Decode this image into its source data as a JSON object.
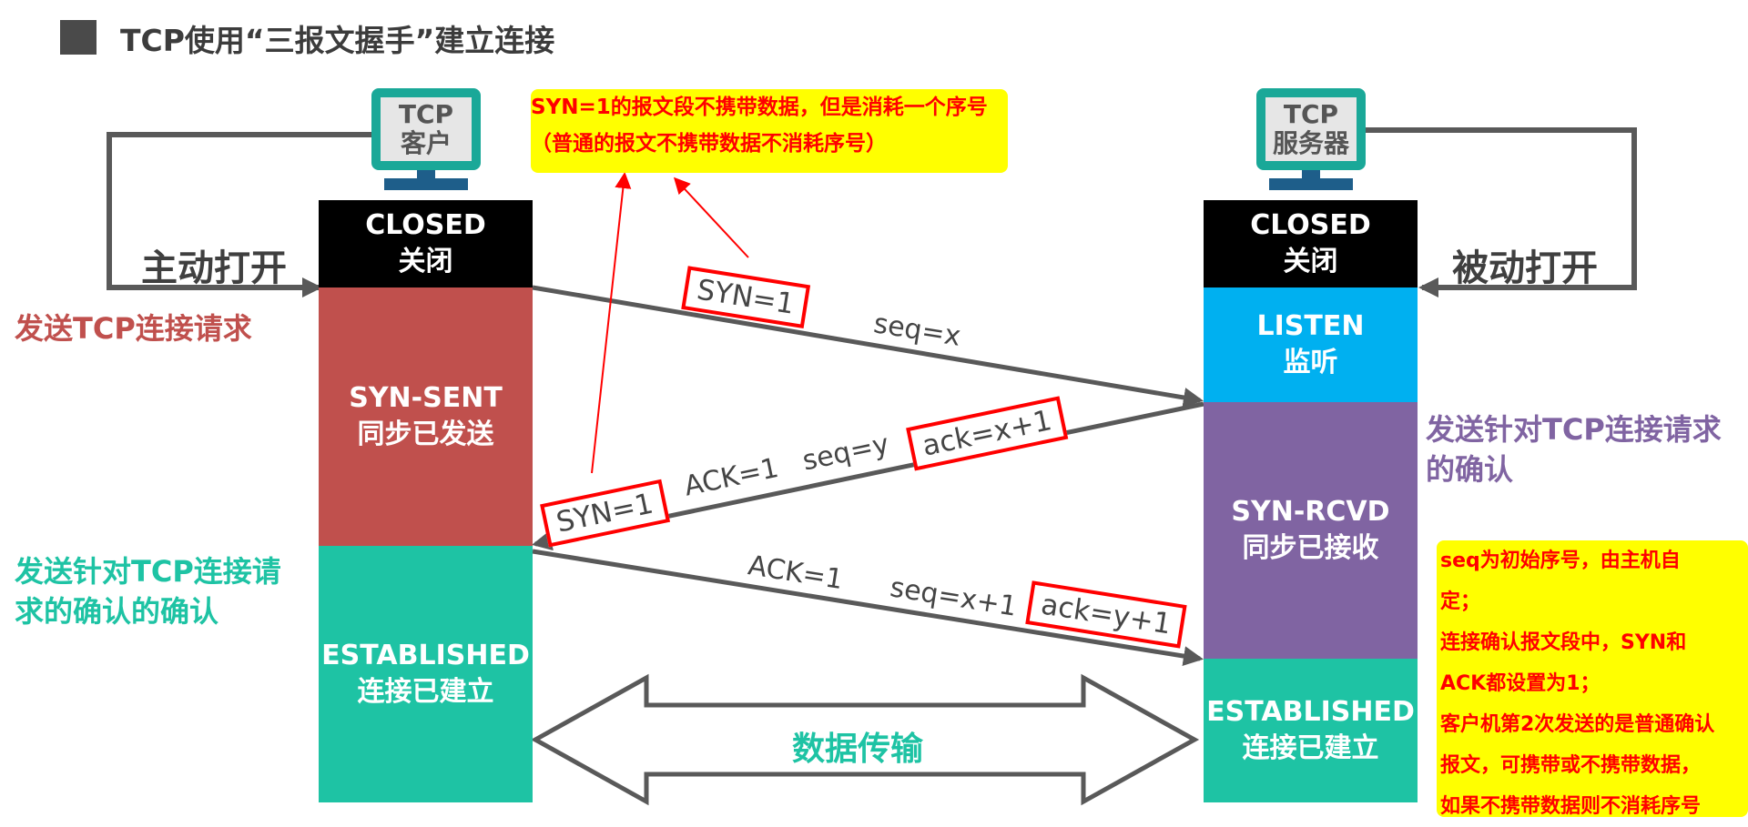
{
  "title": "TCP使用“三报文握手”建立连接",
  "client": {
    "monitor": [
      "TCP",
      "客户"
    ],
    "states": {
      "closed": [
        "CLOSED",
        "关闭"
      ],
      "syn_sent": [
        "SYN-SENT",
        "同步已发送"
      ],
      "established": [
        "ESTABLISHED",
        "连接已建立"
      ]
    },
    "open_label": "主动打开",
    "send_note": "发送TCP连接请求",
    "ack_ack_note": [
      "发送针对TCP连接请",
      "求的确认的确认"
    ]
  },
  "server": {
    "monitor": [
      "TCP",
      "服务器"
    ],
    "states": {
      "closed": [
        "CLOSED",
        "关闭"
      ],
      "listen": [
        "LISTEN",
        "监听"
      ],
      "syn_rcvd": [
        "SYN-RCVD",
        "同步已接收"
      ],
      "established": [
        "ESTABLISHED",
        "连接已建立"
      ]
    },
    "open_label": "被动打开",
    "ack_note": [
      "发送针对TCP连接请求",
      "的确认"
    ]
  },
  "messages": {
    "m1": {
      "syn": "SYN=1",
      "seq": "seq=x"
    },
    "m2": {
      "syn": "SYN=1",
      "ack_flag": "ACK=1",
      "seq": "seq=y",
      "ack": "ack=x+1"
    },
    "m3": {
      "ack_flag": "ACK=1",
      "seq": "seq=x+1",
      "ack": "ack=y+1"
    }
  },
  "data_transfer": "数据传输",
  "note_top": [
    "SYN=1的报文段不携带数据，但是消耗一个序号",
    "（普通的报文不携带数据不消耗序号）"
  ],
  "note_right": [
    "seq为初始序号，由主机自",
    "定；",
    "连接确认报文段中，SYN和",
    "ACK都设置为1；",
    "客户机第2次发送的是普通确认",
    "报文，可携带或不携带数据，",
    "如果不携带数据则不消耗序号"
  ],
  "colors": {
    "closed": "#000000",
    "syn_sent": "#c0504d",
    "established": "#1ec3a4",
    "listen": "#00b0f0",
    "syn_rcvd": "#8064a2",
    "note_bg": "#ffff00",
    "note_text": "#ff0000",
    "monitor_frame": "#1aa898"
  },
  "icons": [
    "title-square-icon",
    "client-monitor-icon",
    "server-monitor-icon",
    "double-arrow-icon"
  ]
}
